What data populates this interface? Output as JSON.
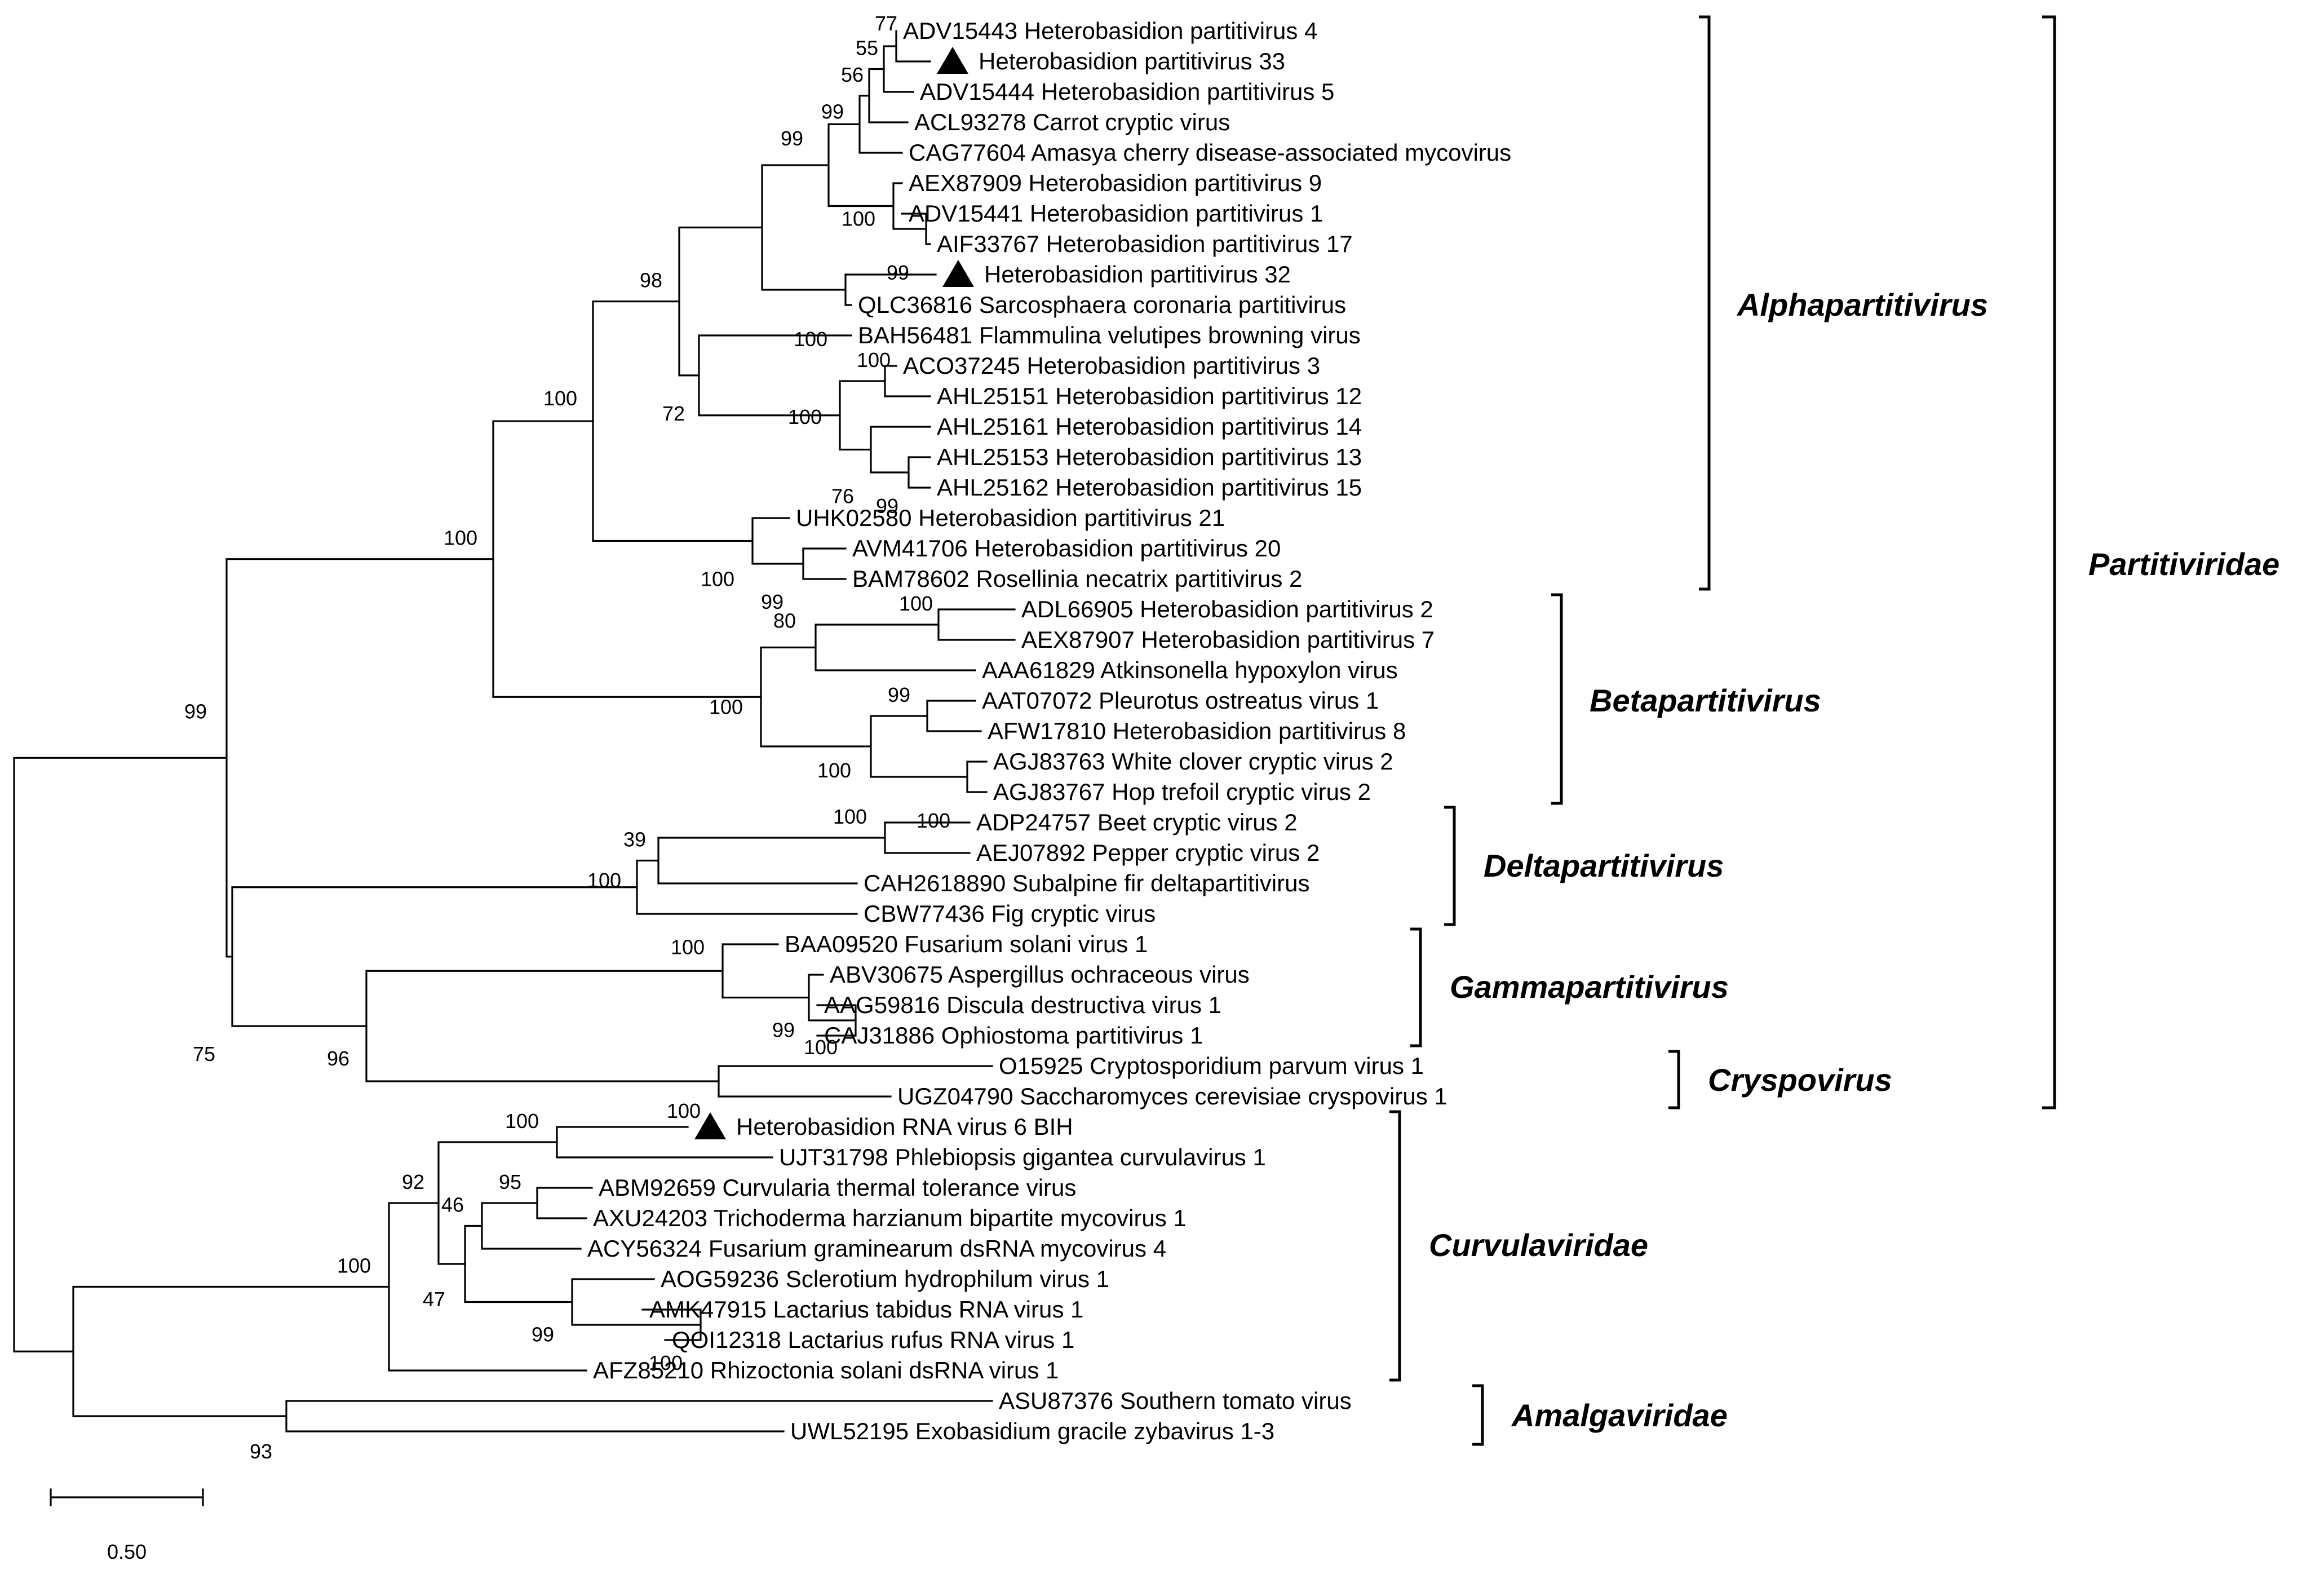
{
  "tree": {
    "leaves": [
      {
        "id": "l1",
        "text": "ADV15443 Heterobasidion partitivirus 4",
        "marker": false
      },
      {
        "id": "l2",
        "text": "Heterobasidion partitivirus 33",
        "marker": true
      },
      {
        "id": "l3",
        "text": "ADV15444 Heterobasidion partitivirus 5",
        "marker": false
      },
      {
        "id": "l4",
        "text": "ACL93278 Carrot cryptic virus",
        "marker": false
      },
      {
        "id": "l5",
        "text": "CAG77604 Amasya cherry disease-associated mycovirus",
        "marker": false
      },
      {
        "id": "l6",
        "text": "AEX87909 Heterobasidion partitivirus 9",
        "marker": false
      },
      {
        "id": "l7",
        "text": "ADV15441 Heterobasidion partitivirus 1",
        "marker": false
      },
      {
        "id": "l8",
        "text": "AIF33767 Heterobasidion partitivirus 17",
        "marker": false
      },
      {
        "id": "l9",
        "text": "Heterobasidion partitivirus 32",
        "marker": true
      },
      {
        "id": "l10",
        "text": "QLC36816 Sarcosphaera coronaria partitivirus",
        "marker": false
      },
      {
        "id": "l11",
        "text": "BAH56481 Flammulina velutipes browning virus",
        "marker": false
      },
      {
        "id": "l12",
        "text": "ACO37245 Heterobasidion partitivirus 3",
        "marker": false
      },
      {
        "id": "l13",
        "text": "AHL25151 Heterobasidion partitivirus 12",
        "marker": false
      },
      {
        "id": "l14",
        "text": "AHL25161 Heterobasidion partitivirus 14",
        "marker": false
      },
      {
        "id": "l15",
        "text": "AHL25153 Heterobasidion partitivirus 13",
        "marker": false
      },
      {
        "id": "l16",
        "text": "AHL25162 Heterobasidion partitivirus 15",
        "marker": false
      },
      {
        "id": "l17",
        "text": "UHK02580 Heterobasidion partitivirus 21",
        "marker": false
      },
      {
        "id": "l18",
        "text": "AVM41706 Heterobasidion partitivirus 20",
        "marker": false
      },
      {
        "id": "l19",
        "text": "BAM78602 Rosellinia necatrix partitivirus 2",
        "marker": false
      },
      {
        "id": "l20",
        "text": "ADL66905 Heterobasidion partitivirus 2",
        "marker": false
      },
      {
        "id": "l21",
        "text": "AEX87907 Heterobasidion partitivirus 7",
        "marker": false
      },
      {
        "id": "l22",
        "text": "AAA61829 Atkinsonella hypoxylon virus",
        "marker": false
      },
      {
        "id": "l23",
        "text": "AAT07072 Pleurotus ostreatus virus 1",
        "marker": false
      },
      {
        "id": "l24",
        "text": "AFW17810 Heterobasidion partitivirus 8",
        "marker": false
      },
      {
        "id": "l25",
        "text": "AGJ83763 White clover cryptic virus 2",
        "marker": false
      },
      {
        "id": "l26",
        "text": "AGJ83767 Hop trefoil cryptic virus 2",
        "marker": false
      },
      {
        "id": "l27",
        "text": "ADP24757 Beet cryptic virus 2",
        "marker": false
      },
      {
        "id": "l28",
        "text": "AEJ07892 Pepper cryptic virus 2",
        "marker": false
      },
      {
        "id": "l29",
        "text": "CAH2618890 Subalpine fir deltapartitivirus",
        "marker": false
      },
      {
        "id": "l30",
        "text": "CBW77436 Fig cryptic virus",
        "marker": false
      },
      {
        "id": "l31",
        "text": "BAA09520 Fusarium solani virus 1",
        "marker": false
      },
      {
        "id": "l32",
        "text": "ABV30675 Aspergillus ochraceous virus",
        "marker": false
      },
      {
        "id": "l33",
        "text": "AAG59816 Discula destructiva virus 1",
        "marker": false
      },
      {
        "id": "l34",
        "text": "CAJ31886 Ophiostoma partitivirus 1",
        "marker": false
      },
      {
        "id": "l35",
        "text": "O15925 Cryptosporidium parvum virus 1",
        "marker": false
      },
      {
        "id": "l36",
        "text": "UGZ04790 Saccharomyces cerevisiae cryspovirus 1",
        "marker": false
      },
      {
        "id": "l37",
        "text": "Heterobasidion RNA virus 6 BIH",
        "marker": true
      },
      {
        "id": "l38",
        "text": "UJT31798 Phlebiopsis gigantea curvulavirus 1",
        "marker": false
      },
      {
        "id": "l39",
        "text": "ABM92659 Curvularia thermal tolerance virus",
        "marker": false
      },
      {
        "id": "l40",
        "text": "AXU24203 Trichoderma harzianum bipartite mycovirus 1",
        "marker": false
      },
      {
        "id": "l41",
        "text": "ACY56324 Fusarium graminearum dsRNA mycovirus 4",
        "marker": false
      },
      {
        "id": "l42",
        "text": "AOG59236 Sclerotium hydrophilum virus 1",
        "marker": false
      },
      {
        "id": "l43",
        "text": "AMK47915 Lactarius tabidus RNA virus 1",
        "marker": false
      },
      {
        "id": "l44",
        "text": "QOI12318 Lactarius rufus RNA virus 1",
        "marker": false
      },
      {
        "id": "l45",
        "text": "AFZ85210 Rhizoctonia solani dsRNA virus 1",
        "marker": false
      },
      {
        "id": "l46",
        "text": "ASU87376 Southern tomato virus",
        "marker": false
      },
      {
        "id": "l47",
        "text": "UWL52195 Exobasidium gracile zybavirus 1-3",
        "marker": false
      }
    ],
    "support_values": [
      {
        "node": "n_4_33",
        "value": "77"
      },
      {
        "node": "n_4_33_5",
        "value": "55"
      },
      {
        "node": "n_carrot",
        "value": "56"
      },
      {
        "node": "n_amasya",
        "value": "99"
      },
      {
        "node": "n_17_1",
        "value": "99"
      },
      {
        "node": "n_9grp",
        "value": "100"
      },
      {
        "node": "n_32_qlc",
        "value": "100"
      },
      {
        "node": "n_grpA",
        "value": "99"
      },
      {
        "node": "n_3_12",
        "value": "100"
      },
      {
        "node": "n_13_15",
        "value": "99"
      },
      {
        "node": "n_14_13_15",
        "value": "76"
      },
      {
        "node": "n_3_14grp",
        "value": "100"
      },
      {
        "node": "n_flamm",
        "value": "72"
      },
      {
        "node": "n_alphaA",
        "value": "98"
      },
      {
        "node": "n_20_19",
        "value": "99"
      },
      {
        "node": "n_21grp",
        "value": "100"
      },
      {
        "node": "n_alpha",
        "value": "100"
      },
      {
        "node": "n_2_7",
        "value": "100"
      },
      {
        "node": "n_atk",
        "value": "80"
      },
      {
        "node": "n_pleu",
        "value": "99"
      },
      {
        "node": "n_clover_hop",
        "value": "100"
      },
      {
        "node": "n_pleu_clov",
        "value": "100"
      },
      {
        "node": "n_beta",
        "value": "100"
      },
      {
        "node": "n_alphabeta",
        "value": "100"
      },
      {
        "node": "n_beet",
        "value": "100"
      },
      {
        "node": "n_subalp",
        "value": "39"
      },
      {
        "node": "n_delta",
        "value": "100"
      },
      {
        "node": "n_disc_oph",
        "value": "100"
      },
      {
        "node": "n_asp",
        "value": "99"
      },
      {
        "node": "n_gamma",
        "value": "100"
      },
      {
        "node": "n_crysp",
        "value": "100"
      },
      {
        "node": "n_gamma_crysp",
        "value": "96"
      },
      {
        "node": "n_delta_gc",
        "value": "75"
      },
      {
        "node": "n_parti",
        "value": "99"
      },
      {
        "node": "n_hrv6",
        "value": "100"
      },
      {
        "node": "n_curv_tri",
        "value": "95"
      },
      {
        "node": "n_curv3",
        "value": "46"
      },
      {
        "node": "n_lac",
        "value": "100"
      },
      {
        "node": "n_scl",
        "value": "99"
      },
      {
        "node": "n_curv4",
        "value": "47"
      },
      {
        "node": "n_curv_core",
        "value": "92"
      },
      {
        "node": "n_curvula",
        "value": "100"
      },
      {
        "node": "n_amalga",
        "value": "93"
      }
    ],
    "clades": [
      {
        "name": "Alphapartitivirus"
      },
      {
        "name": "Betapartitivirus"
      },
      {
        "name": "Deltapartitivirus"
      },
      {
        "name": "Gammapartitivirus"
      },
      {
        "name": "Cryspovirus"
      },
      {
        "name": "Partitiviridae"
      },
      {
        "name": "Curvulaviridae"
      },
      {
        "name": "Amalgaviridae"
      }
    ],
    "scale_bar": {
      "label": "0.50"
    }
  }
}
